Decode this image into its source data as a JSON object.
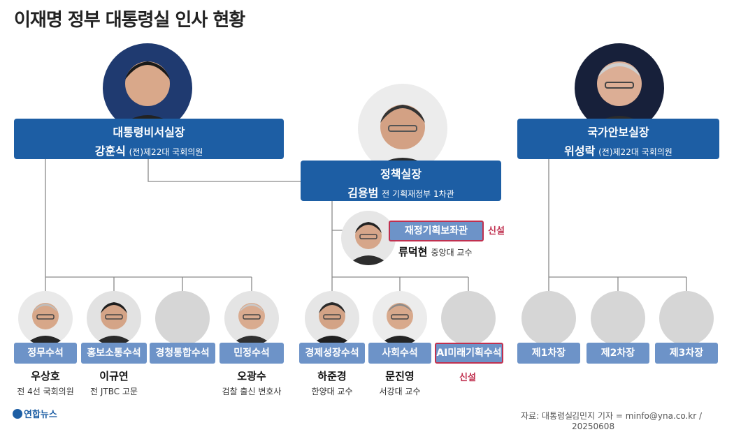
{
  "title": "이재명 정부 대통령실 인사 현황",
  "chief_of_staff": {
    "role": "대통령비서실장",
    "name": "강훈식",
    "note": "(전)제22대 국회의원"
  },
  "policy_chief": {
    "role": "정책실장",
    "name": "김용범",
    "note": "전 기획재정부 1차관"
  },
  "security_chief": {
    "role": "국가안보실장",
    "name": "위성락",
    "note": "(전)제22대 국회의원"
  },
  "fiscal_aide": {
    "role": "재정기획보좌관",
    "tag": "신설",
    "name": "류덕현",
    "note": "중앙대 교수"
  },
  "secretaries": [
    {
      "role": "정무수석",
      "name": "우상호",
      "note": "전 4선 국회의원"
    },
    {
      "role": "홍보소통수석",
      "name": "이규연",
      "note": "전 JTBC 고문"
    },
    {
      "role": "경청통합수석",
      "name": "",
      "note": ""
    },
    {
      "role": "민정수석",
      "name": "오광수",
      "note": "검찰 출신 변호사"
    },
    {
      "role": "경제성장수석",
      "name": "하준경",
      "note": "한양대 교수"
    },
    {
      "role": "사회수석",
      "name": "문진영",
      "note": "서강대 교수"
    },
    {
      "role": "AI미래기획수석",
      "name": "",
      "note": "",
      "tag": "신설"
    },
    {
      "role": "제1차장",
      "name": "",
      "note": ""
    },
    {
      "role": "제2차장",
      "name": "",
      "note": ""
    },
    {
      "role": "제3차장",
      "name": "",
      "note": ""
    }
  ],
  "footer": {
    "logo": "연합뉴스",
    "source": "자료: 대통령실",
    "credit": "김민지 기자 = minfo@yna.co.kr / 20250608"
  },
  "colors": {
    "dark_box": "#1d5ea4",
    "light_box": "#6d93c8",
    "new_accent": "#c0304f",
    "line": "#8a8a8a"
  }
}
